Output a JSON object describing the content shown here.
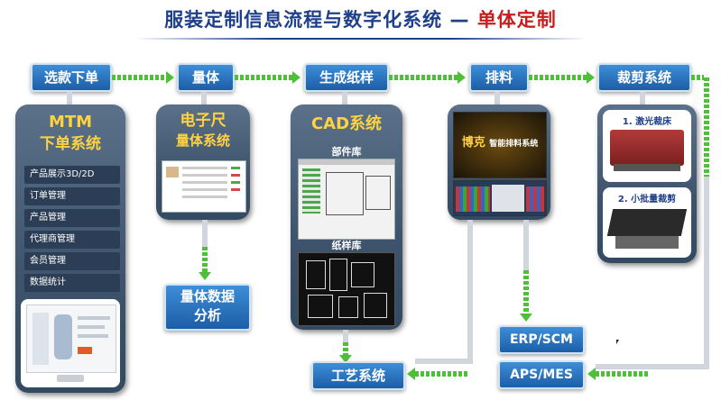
{
  "title": {
    "main": "服装定制信息流程与数字化系统",
    "dash": " — ",
    "highlight": "单体定制"
  },
  "steps": [
    "选款下单",
    "量体",
    "生成纸样",
    "排料",
    "裁剪系统"
  ],
  "mtm": {
    "title_line1": "MTM",
    "title_line2": "下单系统",
    "menu": [
      "产品展示3D/2D",
      "订单管理",
      "产品管理",
      "代理商管理",
      "会员管理",
      "数据统计"
    ]
  },
  "ruler": {
    "title_line1": "电子尺",
    "title_line2": "量体系统"
  },
  "cad": {
    "title": "CAD系统",
    "parts_lib": "部件库",
    "pattern_lib": "纸样库"
  },
  "marker": {
    "brand": "博克",
    "subtitle": "智能排料系统"
  },
  "cutting": {
    "laser": "1. 激光裁床",
    "small": "2. 小批量裁剪"
  },
  "outputs": {
    "measure_analysis_line1": "量体数据",
    "measure_analysis_line2": "分析",
    "craft": "工艺系统",
    "erp": "ERP/SCM",
    "aps": "APS/MES"
  },
  "colors": {
    "accent_blue": "#1c5ea6",
    "title_blue": "#1e3f8a",
    "title_red": "#c81e1e",
    "flow_green": "#4fbf3a",
    "panel_title_yellow": "#ffd23f"
  }
}
